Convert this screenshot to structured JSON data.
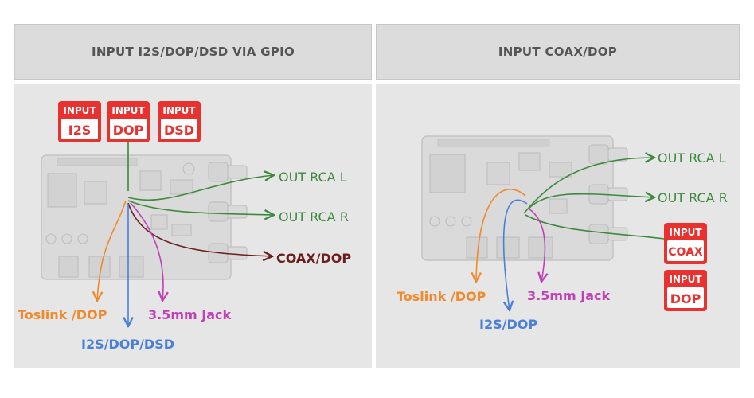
{
  "panels": {
    "left_title": "INPUT I2S/DOP/DSD VIA GPIO",
    "right_title": "INPUT COAX/DOP"
  },
  "left": {
    "badges": [
      {
        "top": "INPUT",
        "bottom": "I2S"
      },
      {
        "top": "INPUT",
        "bottom": "DOP"
      },
      {
        "top": "INPUT",
        "bottom": "DSD"
      }
    ],
    "out_rca_l": "OUT RCA L",
    "out_rca_r": "OUT RCA R",
    "coax_dop": "COAX/DOP",
    "toslink_dop": "Toslink /DOP",
    "jack": "3.5mm Jack",
    "i2s_dop_dsd": "I2S/DOP/DSD"
  },
  "right": {
    "out_rca_l": "OUT RCA L",
    "out_rca_r": "OUT RCA R",
    "badge_coax": {
      "top": "INPUT",
      "bottom": "COAX"
    },
    "badge_dop": {
      "top": "INPUT",
      "bottom": "DOP"
    },
    "toslink_dop": "Toslink /DOP",
    "jack": "3.5mm Jack",
    "i2s_dop": "I2S/DOP"
  },
  "colors": {
    "badge_red": "#e8322f",
    "green": "#3d8a3d",
    "orange": "#f08a2e",
    "blue": "#4a7fd8",
    "magenta": "#c040b8",
    "maroon": "#6b1e1e"
  }
}
